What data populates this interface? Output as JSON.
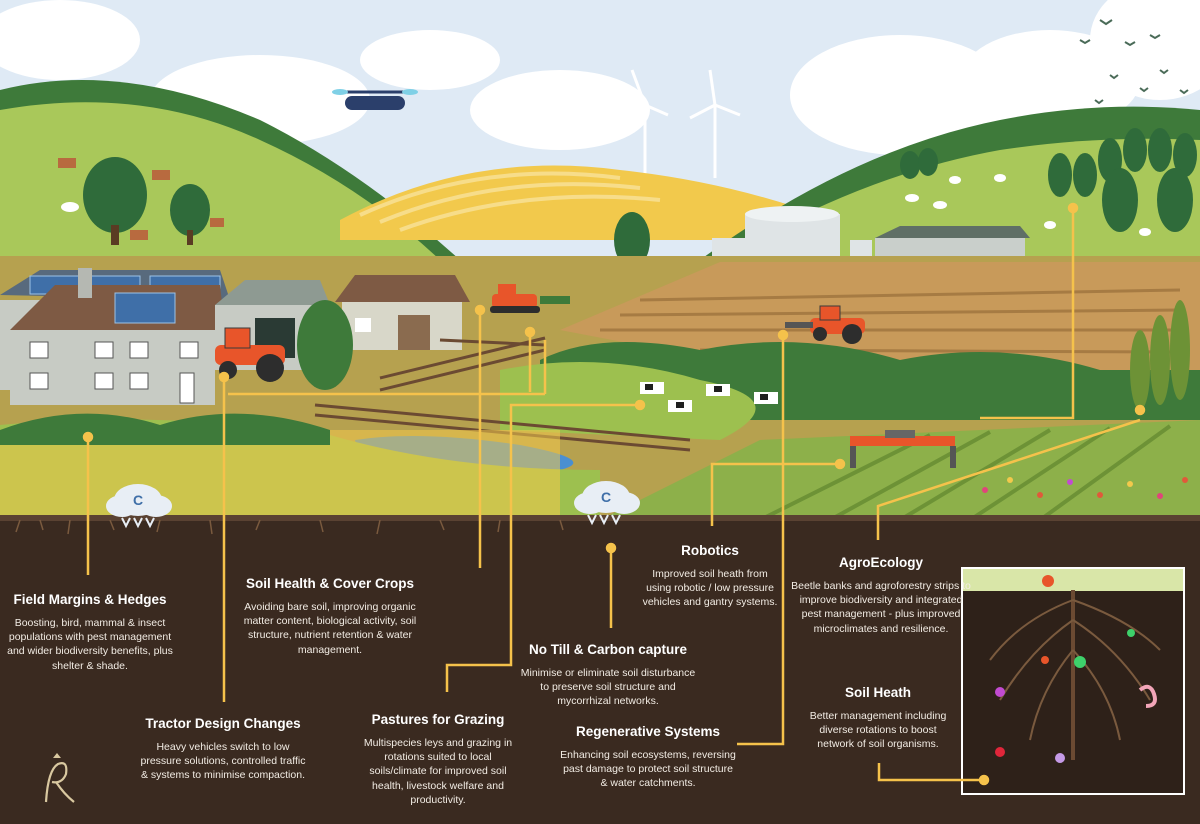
{
  "colors": {
    "sky": "#dfeaf5",
    "soil": "#3a2a20",
    "connector": "#f5c24b",
    "hill_green": "#8fb54a",
    "dark_green": "#2f6b3a",
    "field_yellow": "#f2c94c",
    "tractor_orange": "#e8552a",
    "water": "#4a8fd1"
  },
  "co2_cloud_symbol": "C",
  "labels": {
    "field_margins": {
      "title": "Field Margins & Hedges",
      "body": "Boosting, bird, mammal & insect populations with pest management and wider biodiversity benefits, plus shelter & shade."
    },
    "tractor_design": {
      "title": "Tractor Design Changes",
      "body": "Heavy vehicles switch to low pressure solutions, controlled traffic & systems to minimise compaction."
    },
    "soil_health": {
      "title": "Soil Health & Cover Crops",
      "body": "Avoiding bare soil, improving organic matter content, biological activity, soil structure, nutrient retention & water management."
    },
    "pastures": {
      "title": "Pastures for Grazing",
      "body": "Multispecies leys and grazing in rotations suited to local soils/climate for improved soil health, livestock welfare and productivity."
    },
    "no_till": {
      "title": "No Till & Carbon capture",
      "body": "Minimise or eliminate soil disturbance to preserve soil structure and mycorrhizal networks."
    },
    "robotics": {
      "title": "Robotics",
      "body": "Improved soil heath from using robotic / low pressure vehicles and gantry systems."
    },
    "regenerative": {
      "title": "Regenerative Systems",
      "body": "Enhancing soil ecosystems, reversing past damage to protect soil structure & water catchments."
    },
    "agroecology": {
      "title": "AgroEcology",
      "body": "Beetle banks and agroforestry strips to improve biodiversity and integrated pest management - plus improved microclimates and resilience."
    },
    "soil_heath": {
      "title": "Soil Heath",
      "body": "Better management including diverse rotations to boost network of soil organisms."
    }
  },
  "icons": [
    "drone-icon",
    "wind-turbine-icon",
    "co2-cloud-icon",
    "tractor-icon",
    "solar-panel-icon",
    "royal-cipher-logo"
  ]
}
